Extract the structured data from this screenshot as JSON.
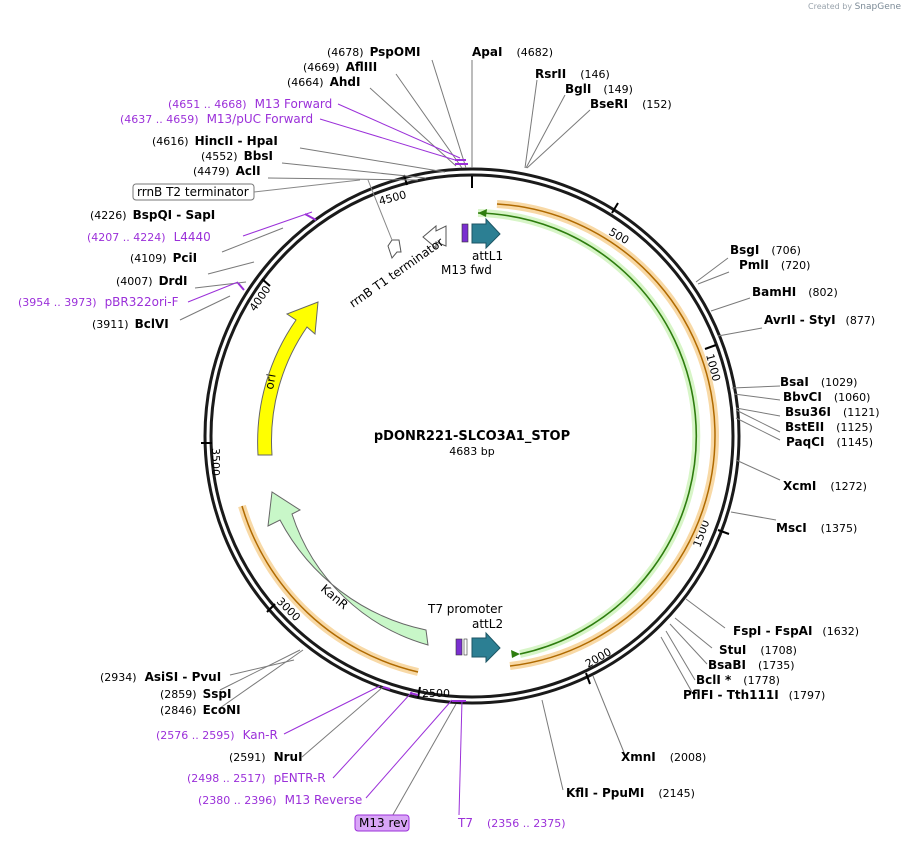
{
  "credit": {
    "prefix": "Created by",
    "brand": "SnapGene"
  },
  "plasmid": {
    "name": "pDONR221-SLCO3A1_STOP",
    "length_label": "4683 bp",
    "length": 4683
  },
  "colors": {
    "enzyme": "#000000",
    "primer": "#9b30d9",
    "ori": "#ffff00",
    "kanr": "#c8f7c8",
    "attl": "#2c7f93",
    "orange": "#f5a623",
    "green": "#3c9c1c"
  },
  "tick_labels": [
    "500",
    "1000",
    "1500",
    "2000",
    "2500",
    "3000",
    "3500",
    "4000",
    "4500"
  ],
  "enzymes": [
    {
      "name": "PspOMI",
      "pos": "(4678)",
      "side": "left"
    },
    {
      "name": "ApaI",
      "pos": "(4682)",
      "side": "right"
    },
    {
      "name": "AflIII",
      "pos": "(4669)",
      "side": "left"
    },
    {
      "name": "AhdI",
      "pos": "(4664)",
      "side": "left"
    },
    {
      "name": "RsrII",
      "pos": "(146)",
      "side": "right"
    },
    {
      "name": "BglI",
      "pos": "(149)",
      "side": "right"
    },
    {
      "name": "BseRI",
      "pos": "(152)",
      "side": "right"
    },
    {
      "name": "HincII - HpaI",
      "pos": "(4616)",
      "side": "left"
    },
    {
      "name": "BbsI",
      "pos": "(4552)",
      "side": "left"
    },
    {
      "name": "AclI",
      "pos": "(4479)",
      "side": "left"
    },
    {
      "name": "BspQI - SapI",
      "pos": "(4226)",
      "side": "left"
    },
    {
      "name": "PciI",
      "pos": "(4109)",
      "side": "left"
    },
    {
      "name": "DrdI",
      "pos": "(4007)",
      "side": "left"
    },
    {
      "name": "BclVI",
      "pos": "(3911)",
      "side": "left"
    },
    {
      "name": "BsgI",
      "pos": "(706)",
      "side": "right"
    },
    {
      "name": "PmlI",
      "pos": "(720)",
      "side": "right"
    },
    {
      "name": "BamHI",
      "pos": "(802)",
      "side": "right"
    },
    {
      "name": "AvrII - StyI",
      "pos": "(877)",
      "side": "right"
    },
    {
      "name": "BsaI",
      "pos": "(1029)",
      "side": "right"
    },
    {
      "name": "BbvCI",
      "pos": "(1060)",
      "side": "right"
    },
    {
      "name": "Bsu36I",
      "pos": "(1121)",
      "side": "right"
    },
    {
      "name": "BstEII",
      "pos": "(1125)",
      "side": "right"
    },
    {
      "name": "PaqCI",
      "pos": "(1145)",
      "side": "right"
    },
    {
      "name": "XcmI",
      "pos": "(1272)",
      "side": "right"
    },
    {
      "name": "MscI",
      "pos": "(1375)",
      "side": "right"
    },
    {
      "name": "FspI - FspAI",
      "pos": "(1632)",
      "side": "right"
    },
    {
      "name": "StuI",
      "pos": "(1708)",
      "side": "right"
    },
    {
      "name": "BsaBI",
      "pos": "(1735)",
      "side": "right"
    },
    {
      "name": "BclI *",
      "pos": "(1778)",
      "side": "right"
    },
    {
      "name": "PflFI - Tth111I",
      "pos": "(1797)",
      "side": "right"
    },
    {
      "name": "XmnI",
      "pos": "(2008)",
      "side": "right"
    },
    {
      "name": "KflI - PpuMI",
      "pos": "(2145)",
      "side": "right"
    },
    {
      "name": "AsiSI - PvuI",
      "pos": "(2934)",
      "side": "left"
    },
    {
      "name": "SspI",
      "pos": "(2859)",
      "side": "left"
    },
    {
      "name": "EcoNI",
      "pos": "(2846)",
      "side": "left"
    },
    {
      "name": "NruI",
      "pos": "(2591)",
      "side": "left"
    }
  ],
  "primers": [
    {
      "name": "M13 Forward",
      "range": "(4651 .. 4668)"
    },
    {
      "name": "M13/pUC Forward",
      "range": "(4637 .. 4659)"
    },
    {
      "name": "L4440",
      "range": "(4207 .. 4224)"
    },
    {
      "name": "pBR322ori-F",
      "range": "(3954 .. 3973)"
    },
    {
      "name": "Kan-R",
      "range": "(2576 .. 2595)"
    },
    {
      "name": "pENTR-R",
      "range": "(2498 .. 2517)"
    },
    {
      "name": "M13 Reverse",
      "range": "(2380 .. 2396)"
    },
    {
      "name": "T7",
      "range": "(2356 .. 2375)"
    }
  ],
  "features": {
    "rrnb_t2": "rrnB T2 terminator",
    "rrnb_t1": "rrnB T1 terminator",
    "attl1": "attL1",
    "m13fwd": "M13 fwd",
    "ori": "ori",
    "kanr": "KanR",
    "t7_promoter": "T7 promoter",
    "attl2": "attL2",
    "m13rev": "M13 rev"
  }
}
